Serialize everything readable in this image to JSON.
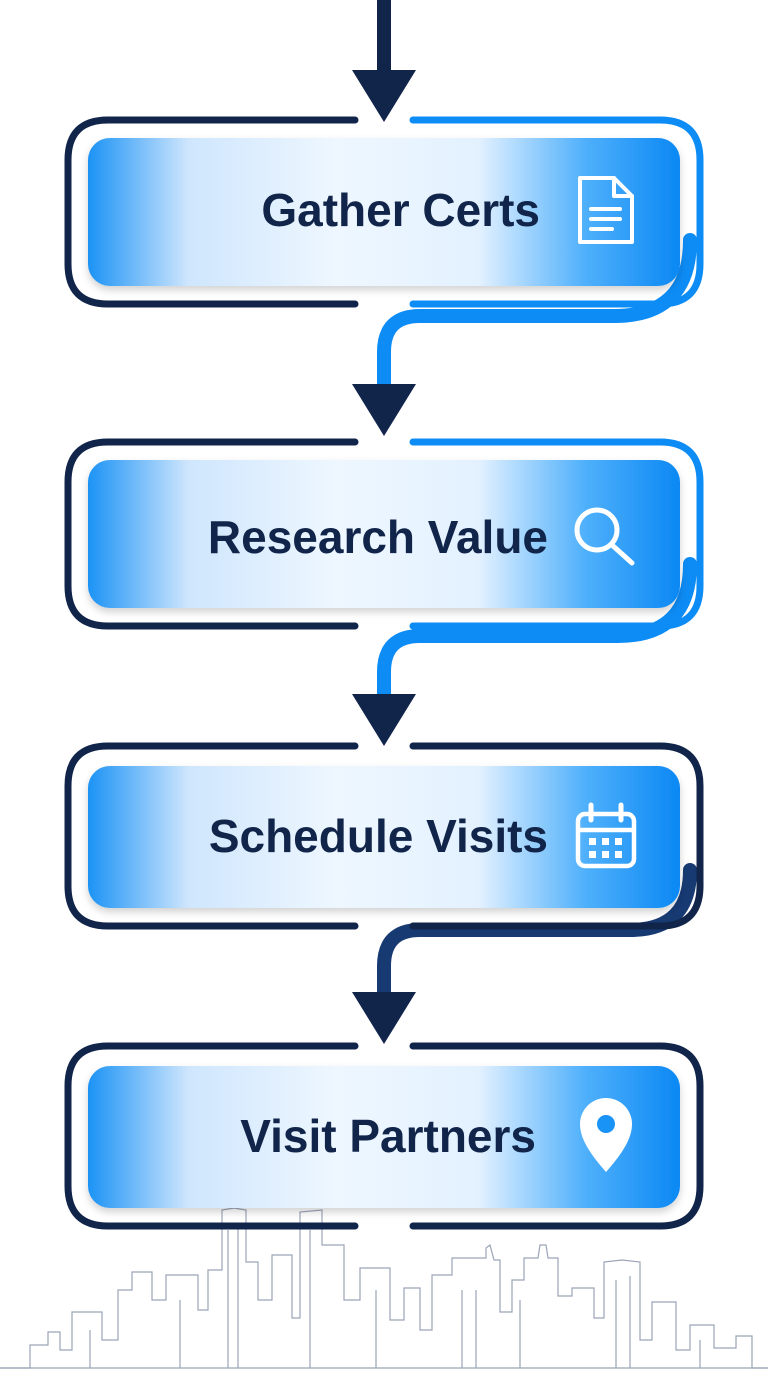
{
  "colors": {
    "navy": "#11244a",
    "blue": "#0d8cf5",
    "light": "#e9f4ff",
    "skyline": "#9aa4b8"
  },
  "steps": [
    {
      "label": "Gather Certs",
      "icon": "document-icon"
    },
    {
      "label": "Research Value",
      "icon": "search-icon"
    },
    {
      "label": "Schedule Visits",
      "icon": "calendar-icon"
    },
    {
      "label": "Visit Partners",
      "icon": "location-pin-icon"
    }
  ]
}
